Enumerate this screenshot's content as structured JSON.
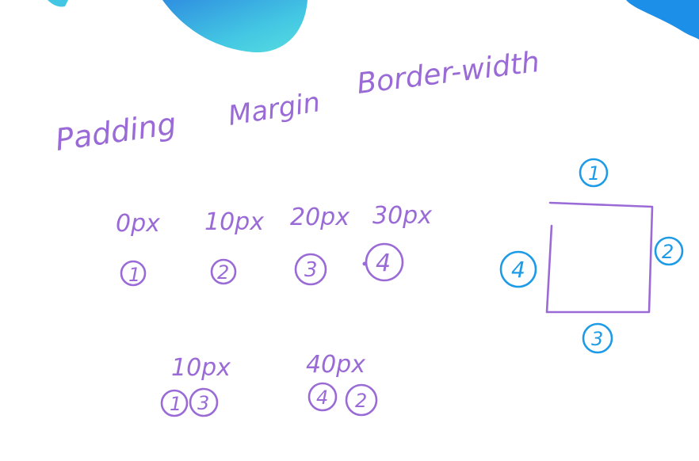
{
  "colors": {
    "ink_purple": "#9a6bd6",
    "ink_blue": "#1e9be6",
    "blob_teal": "#4dd3e0",
    "blob_blue": "#1c8fe8"
  },
  "headings": [
    "Padding",
    "Margin",
    "Border-width"
  ],
  "value_row": [
    {
      "value": "0px",
      "marker": "1"
    },
    {
      "value": "10px",
      "marker": "2"
    },
    {
      "value": "20px",
      "marker": "3"
    },
    {
      "value": "30px",
      "marker": "4"
    }
  ],
  "shorthand": [
    {
      "value": "10px",
      "markers": [
        "1",
        "3"
      ]
    },
    {
      "value": "40px",
      "markers": [
        "4",
        "2"
      ]
    }
  ],
  "box_sides": {
    "top": "1",
    "right": "2",
    "bottom": "3",
    "left": "4"
  }
}
